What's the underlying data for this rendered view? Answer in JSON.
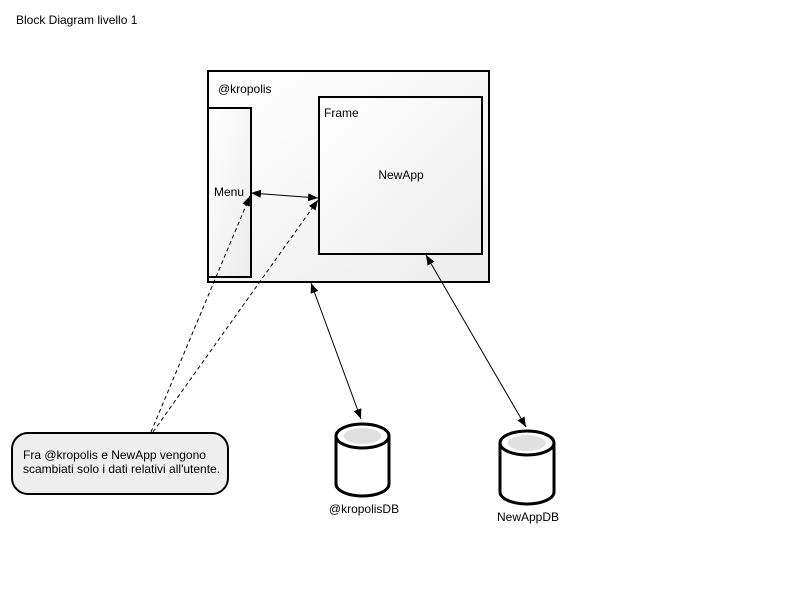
{
  "diagram": {
    "title": "Block Diagram livello 1",
    "container": {
      "label": "@kropolis"
    },
    "menu": {
      "label": "Menu"
    },
    "frame": {
      "label": "Frame",
      "content": "NewApp"
    },
    "note": {
      "line1": "Fra @kropolis e NewApp vengono",
      "line2": "scambiati solo i dati relativi all'utente."
    },
    "databases": [
      {
        "label": "@kropolisDB"
      },
      {
        "label": "NewAppDB"
      }
    ],
    "connections": [
      {
        "from": "menu",
        "to": "frame",
        "style": "solid",
        "arrows": "both"
      },
      {
        "from": "container",
        "to": "@kropolisDB",
        "style": "solid",
        "arrows": "both"
      },
      {
        "from": "frame",
        "to": "NewAppDB",
        "style": "solid",
        "arrows": "both"
      },
      {
        "from": "note",
        "to": "menu",
        "style": "dashed",
        "arrows": "end"
      },
      {
        "from": "note",
        "to": "frame",
        "style": "dashed",
        "arrows": "end"
      }
    ]
  },
  "colors": {
    "stroke": "#000000",
    "box_fill": "#f5f5f5",
    "note_fill": "#eeeeee",
    "db_top": "#e0e0e0"
  }
}
